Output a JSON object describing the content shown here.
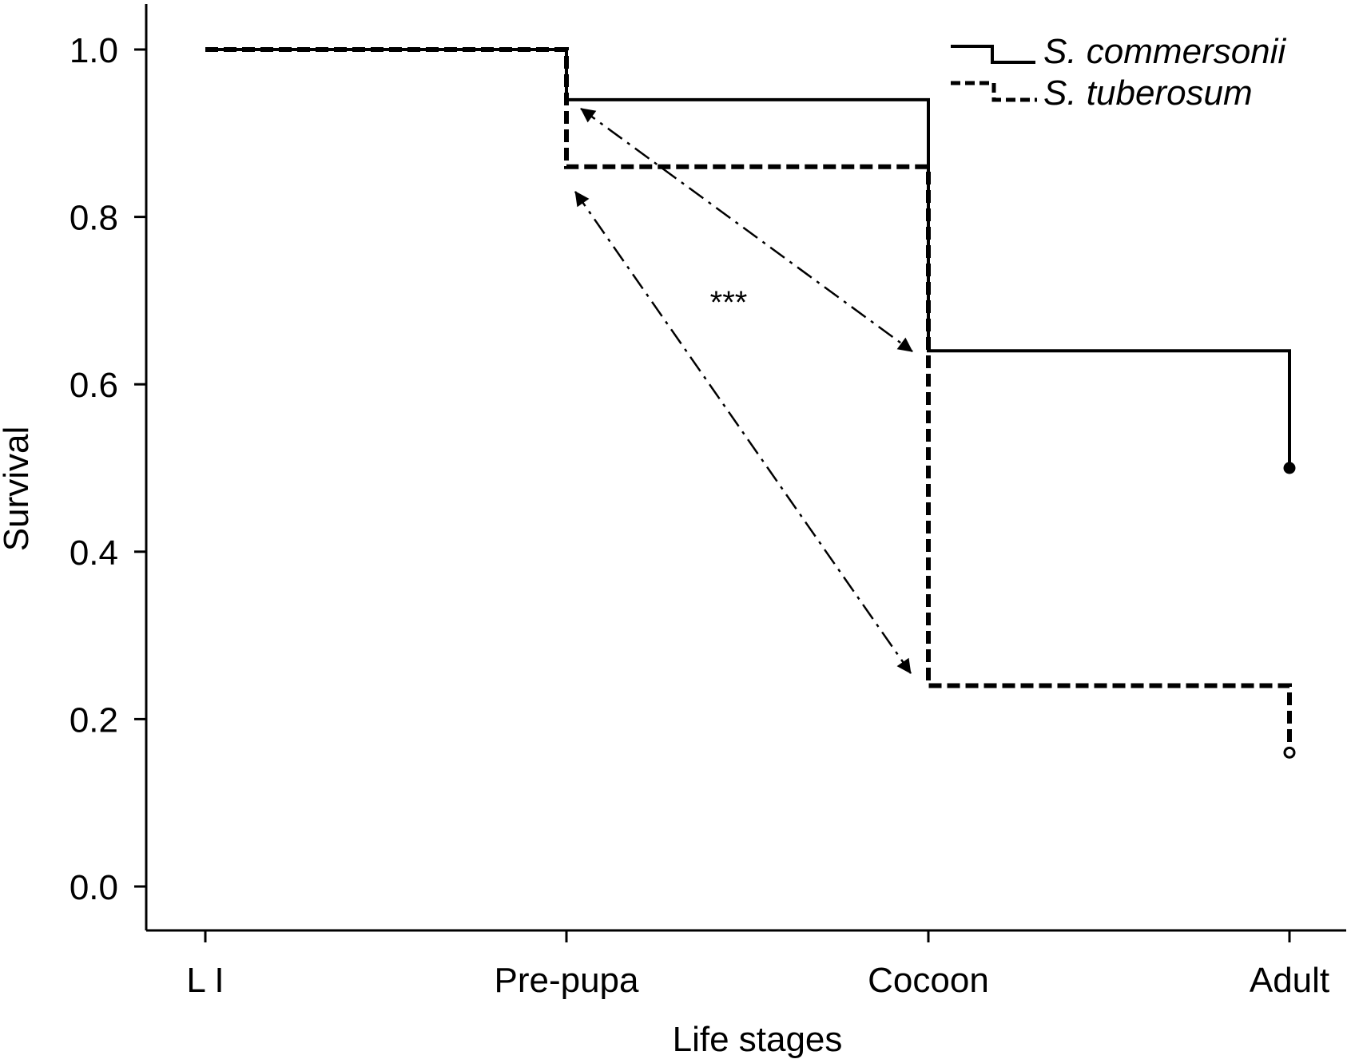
{
  "chart_data": {
    "type": "line",
    "step": true,
    "categories": [
      "L I",
      "Pre-pupa",
      "Cocoon",
      "Adult"
    ],
    "xlabel": "Life stages",
    "ylabel": "Survival",
    "ylim": [
      0.0,
      1.0
    ],
    "yticks": [
      "0.0",
      "0.2",
      "0.4",
      "0.6",
      "0.8",
      "1.0"
    ],
    "grid": false,
    "legend_position": "top-right",
    "series": [
      {
        "name": "S. commersonii",
        "style": "solid",
        "values": [
          1.0,
          0.94,
          0.64,
          0.5
        ],
        "end_marker": "filled-circle"
      },
      {
        "name": "S. tuberosum",
        "style": "dashed",
        "values": [
          1.0,
          0.86,
          0.24,
          0.16
        ],
        "end_marker": "open-circle"
      }
    ],
    "annotations": [
      {
        "text": "***",
        "x": 1.5,
        "y": 0.7
      }
    ],
    "colors": {
      "line": "#000000",
      "background": "#ffffff"
    }
  }
}
